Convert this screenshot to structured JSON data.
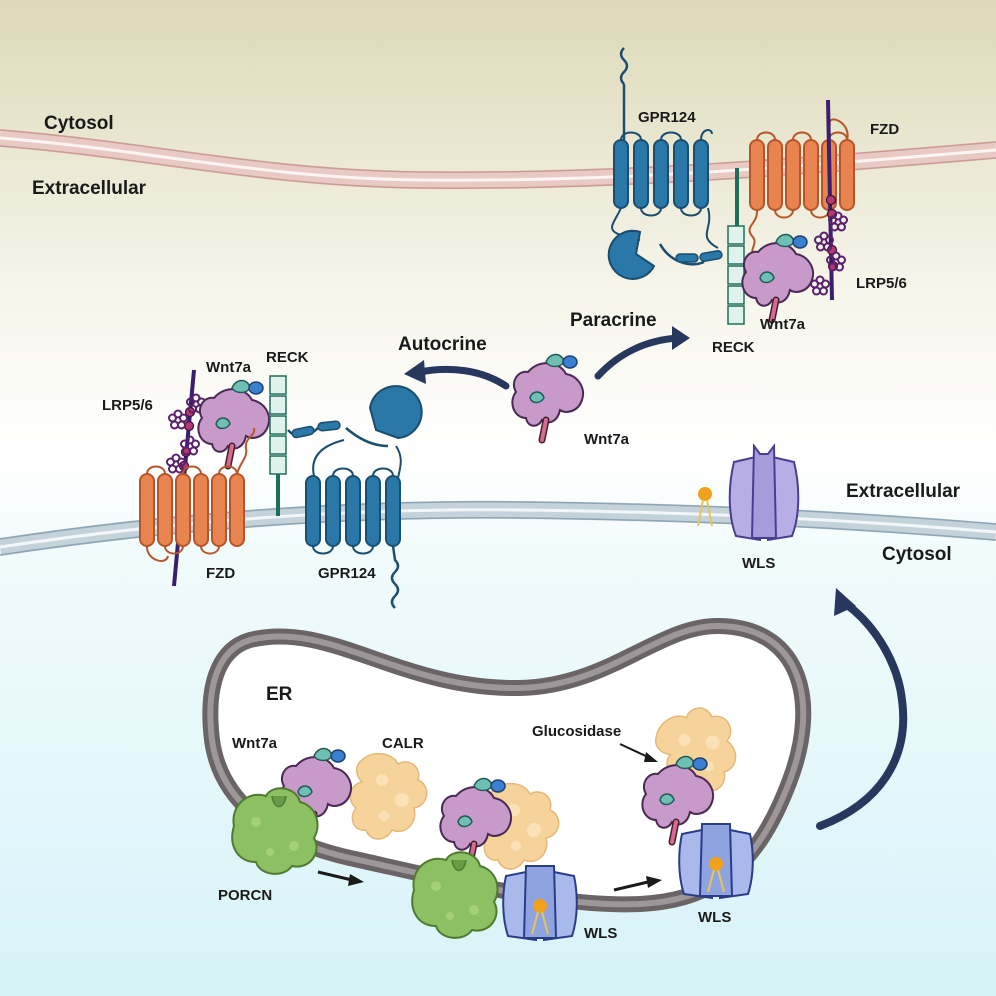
{
  "regions": {
    "top_cytosol": "Cytosol",
    "top_extracellular": "Extracellular",
    "bottom_extracellular": "Extracellular",
    "bottom_cytosol": "Cytosol"
  },
  "pathway": {
    "paracrine": "Paracrine",
    "autocrine": "Autocrine",
    "secreted_wnt": "Wnt7a"
  },
  "top_receptor_complex": {
    "gpr124": "GPR124",
    "fzd": "FZD",
    "lrp": "LRP5/6",
    "wnt": "Wnt7a",
    "reck": "RECK"
  },
  "left_receptor_complex": {
    "wnt": "Wnt7a",
    "reck": "RECK",
    "lrp": "LRP5/6",
    "fzd": "FZD",
    "gpr124": "GPR124"
  },
  "membrane_transporter": {
    "wls": "WLS"
  },
  "er": {
    "title": "ER",
    "wnt": "Wnt7a",
    "calr": "CALR",
    "porcn": "PORCN",
    "wls_1": "WLS",
    "glucosidase": "Glucosidase",
    "wls_2": "WLS"
  },
  "colors": {
    "fzd": "#e8844f",
    "gpr124": "#2a78a8",
    "reck": "#1f6e5a",
    "wnt": "#c89ac9",
    "lrp": "#6e2c78",
    "wls": "#a8a2dc",
    "porcn": "#8cc063",
    "calr": "#f7d39c",
    "arrow": "#27375e"
  }
}
